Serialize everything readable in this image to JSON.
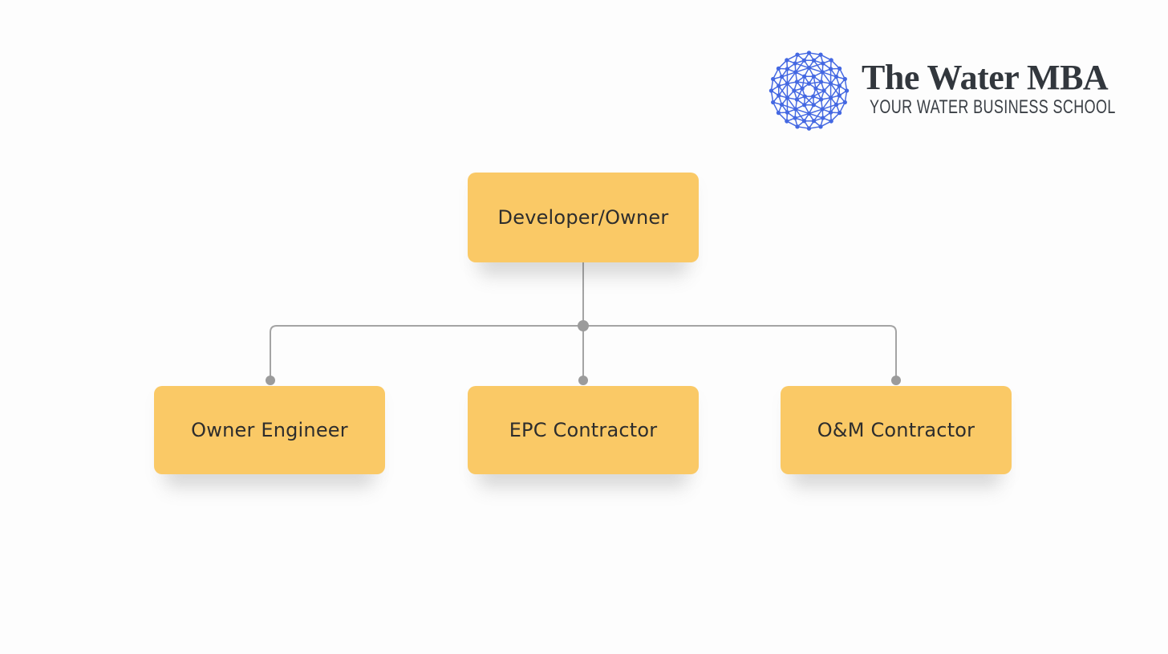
{
  "logo": {
    "title": "The Water MBA",
    "subtitle": "YOUR WATER BUSINESS SCHOOL",
    "icon": "network-sphere-icon",
    "icon_color": "#4468e2",
    "title_color": "#32373d",
    "subtitle_color": "#3a3f45"
  },
  "chart_data": {
    "type": "org-chart",
    "root": {
      "label": "Developer/Owner"
    },
    "children": [
      {
        "label": "Owner Engineer"
      },
      {
        "label": "EPC Contractor"
      },
      {
        "label": "O&M Contractor"
      }
    ],
    "style": {
      "node_fill": "#FAC966",
      "node_text_color": "#2D2D2D",
      "connector_color": "#A4A4A4",
      "junction_dot_color": "#9B9B9B",
      "background": "#FDFDFD"
    }
  }
}
